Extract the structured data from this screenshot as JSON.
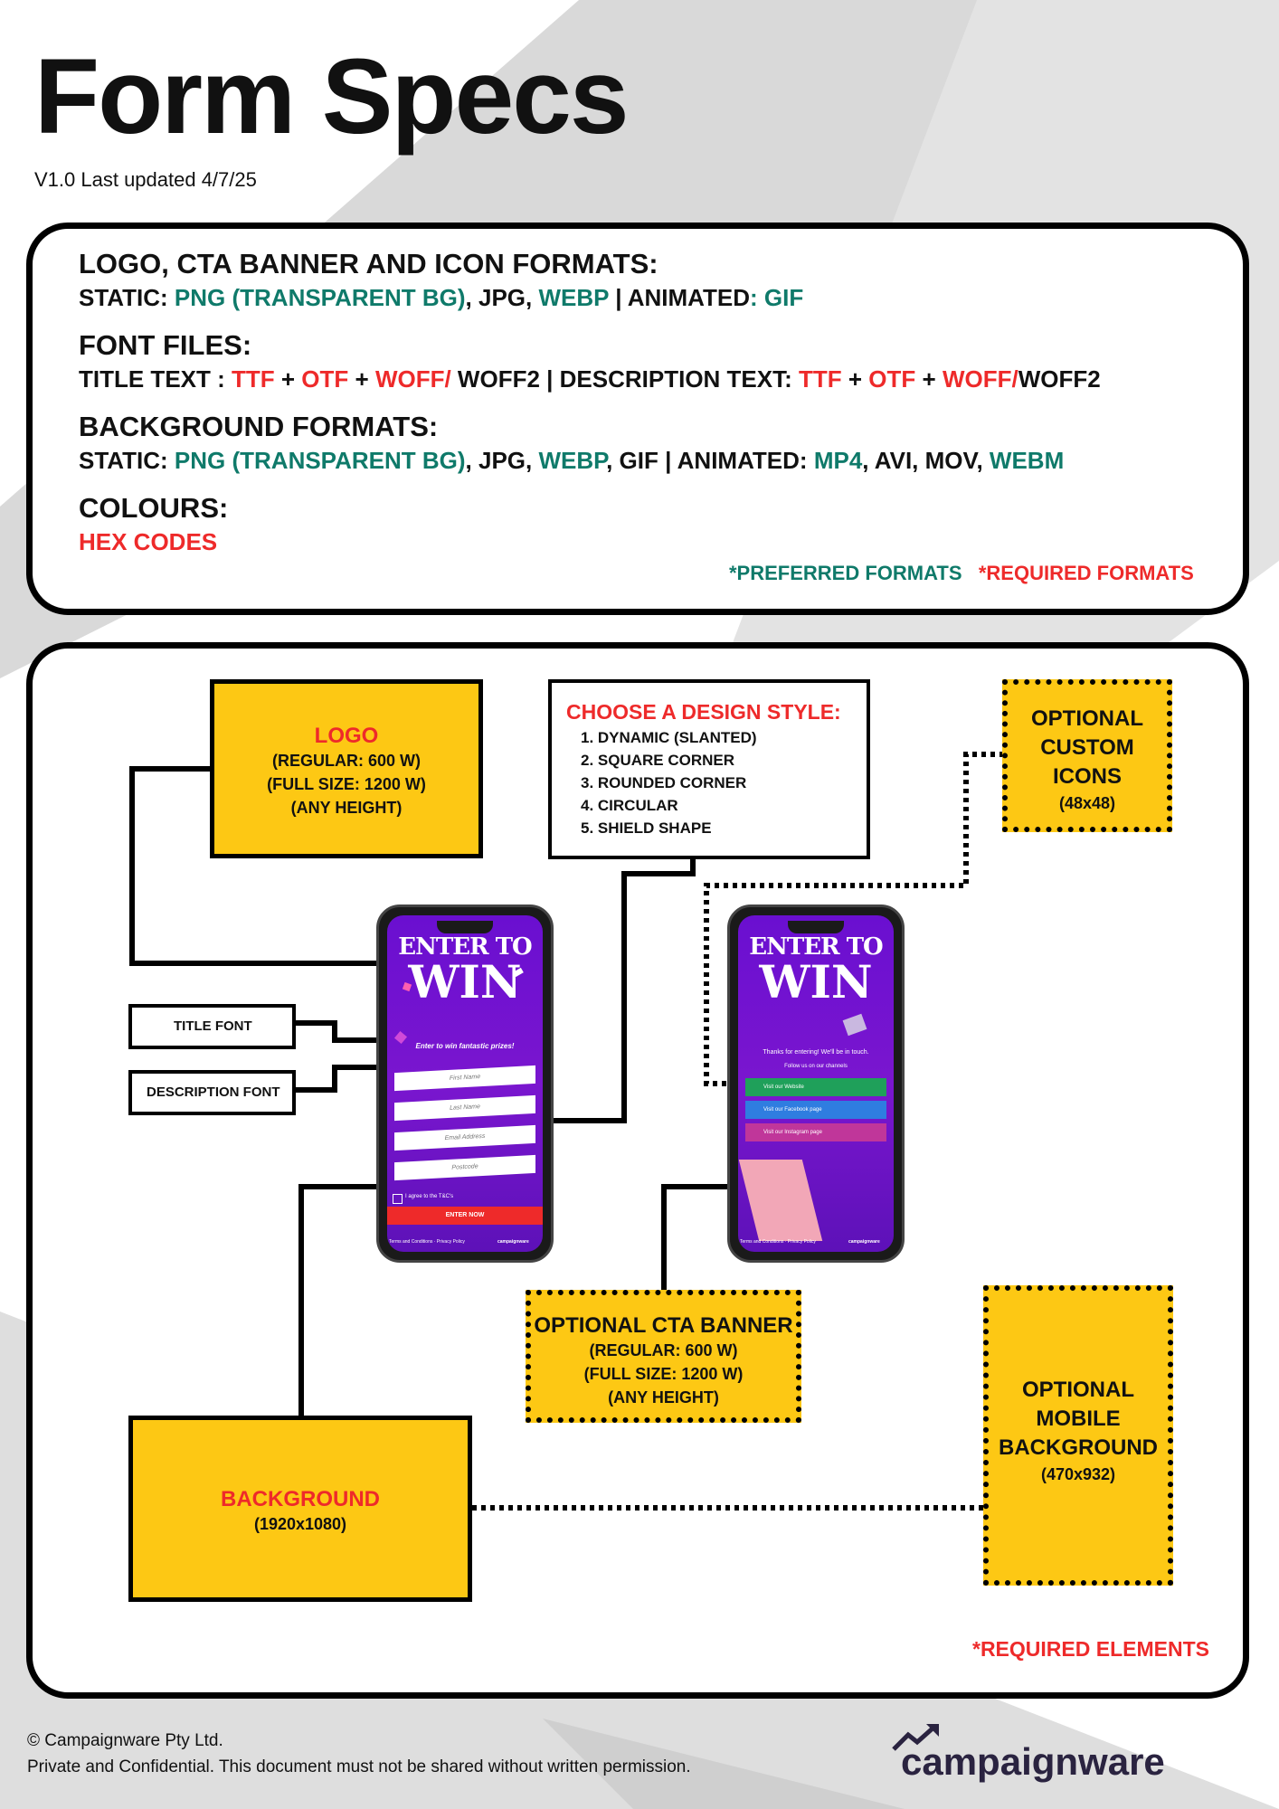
{
  "header": {
    "title": "Form Specs",
    "version": "V1.0 Last updated 4/7/25"
  },
  "formats": {
    "logo_heading": "LOGO, CTA BANNER AND ICON FORMATS:",
    "logo_static_label": "STATIC: ",
    "logo_png": "PNG (TRANSPARENT BG)",
    "logo_jpg": ", JPG, ",
    "logo_webp": "WEBP",
    "logo_sep": "  |  ANIMATED",
    "logo_gif": ": GIF",
    "font_heading": "FONT FILES:",
    "title_text_label": "TITLE TEXT : ",
    "ttf": "TTF",
    "plus": " + ",
    "otf": "OTF",
    "woff_slash": "WOFF/",
    "woff2_a": " WOFF2  |  DESCRIPTION TEXT: ",
    "woff2_b": "WOFF2",
    "bg_heading": "BACKGROUND FORMATS:",
    "bg_static_label": "STATIC: ",
    "bg_png": "PNG (TRANSPARENT BG)",
    "bg_jpg": ", JPG, ",
    "bg_webp": "WEBP",
    "bg_gif": ", GIF  |  ANIMATED: ",
    "mp4": "MP4",
    "avi_mov": ", AVI, MOV, ",
    "webm": "WEBM",
    "colours_heading": "COLOURS:",
    "hex_codes": "HEX CODES",
    "preferred": "*PREFERRED FORMATS",
    "required": "*REQUIRED FORMATS"
  },
  "diagram": {
    "logo": {
      "title": "LOGO",
      "lines": [
        "(REGULAR: 600 W)",
        "(FULL SIZE: 1200 W)",
        "(ANY HEIGHT)"
      ]
    },
    "design_style": {
      "title": "CHOOSE A DESIGN STYLE:",
      "items": [
        "1. DYNAMIC (SLANTED)",
        "2. SQUARE CORNER",
        "3. ROUNDED CORNER",
        "4. CIRCULAR",
        "5. SHIELD SHAPE"
      ]
    },
    "icons": {
      "line1": "OPTIONAL",
      "line2": "CUSTOM",
      "line3": "ICONS",
      "size": "(48x48)"
    },
    "title_font": "TITLE FONT",
    "description_font": "DESCRIPTION FONT",
    "cta": {
      "title": "OPTIONAL CTA BANNER",
      "lines": [
        "(REGULAR: 600 W)",
        "(FULL SIZE: 1200 W)",
        "(ANY HEIGHT)"
      ]
    },
    "background": {
      "title": "BACKGROUND",
      "size": "(1920x1080)"
    },
    "mobile_bg": {
      "line1": "OPTIONAL",
      "line2": "MOBILE",
      "line3": "BACKGROUND",
      "size": "(470x932)"
    },
    "required_elements": "*REQUIRED ELEMENTS"
  },
  "phone1": {
    "enter": "ENTER TO",
    "win": "WIN",
    "tagline": "Enter to win fantastic prizes!",
    "fields": [
      "First Name",
      "Last Name",
      "Email Address",
      "Postcode"
    ],
    "agree": "I agree to the T&C's",
    "submit": "ENTER NOW",
    "footer_links": "Terms and Conditions · Privacy Policy",
    "brand": "campaignware"
  },
  "phone2": {
    "enter": "ENTER TO",
    "win": "WIN",
    "thanks": "Thanks for entering! We'll be in touch.",
    "follow": "Follow us on our channels",
    "links": [
      "Visit our Website",
      "Visit our Facebook page",
      "Visit our Instagram page"
    ],
    "footer_links": "Terms and Conditions · Privacy Policy",
    "brand": "campaignware"
  },
  "footer": {
    "copyright": "© Campaignware Pty Ltd.",
    "confidential": "Private and Confidential.  This document must not be shared without written permission.",
    "brand": "campaignware"
  },
  "colors": {
    "yellow": "#fdc814",
    "green": "#0f7a6a",
    "red": "#ee2a2a",
    "purple": "#6a0fd0"
  }
}
